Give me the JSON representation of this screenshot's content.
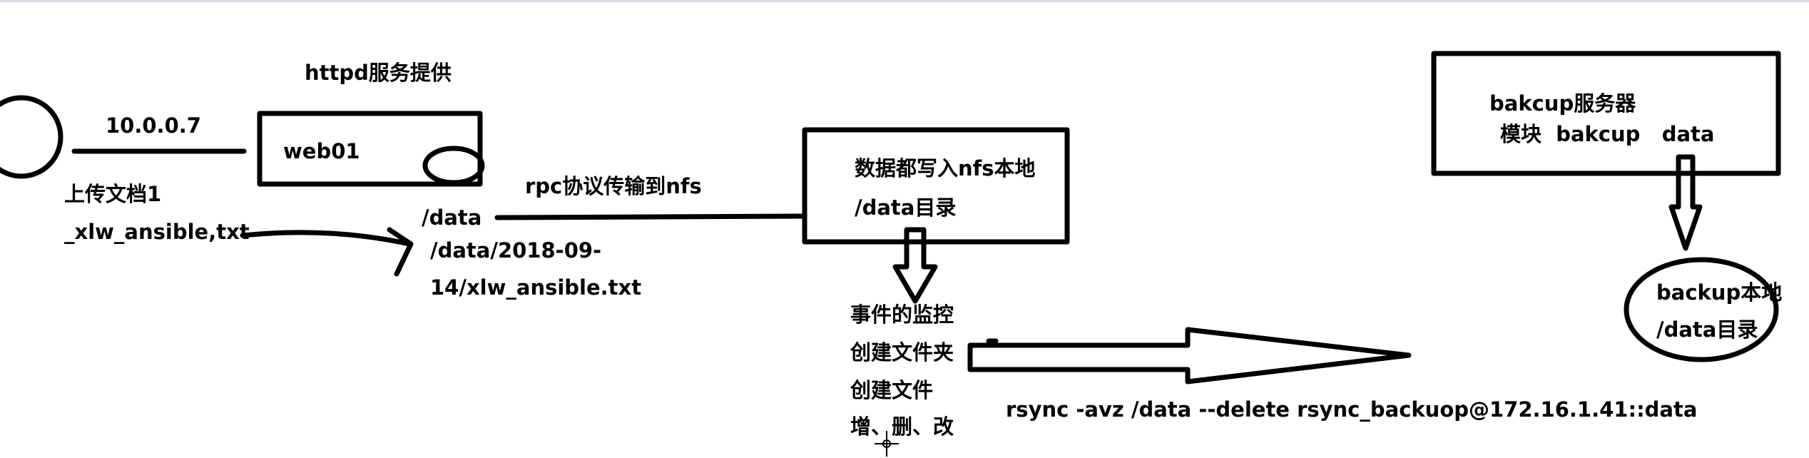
{
  "diagram": {
    "title": "httpd服务提供",
    "ip_label": "10.0.0.7",
    "upload_line1": "上传文档1",
    "upload_line2": "_xlw_ansible,txt",
    "web_node": "web01",
    "data_path": "/data",
    "file_path_line1": "/data/2018-09-",
    "file_path_line2": "14/xlw_ansible.txt",
    "rpc_label": "rpc协议传输到nfs",
    "nfs_line1": "数据都写入nfs本地",
    "nfs_line2": "/data目录",
    "events": [
      "事件的监控",
      "创建文件夹",
      "创建文件",
      "增、删、改"
    ],
    "rsync_command": "rsync -avz /data --delete rsync_backuop@172.16.1.41::data",
    "backup_server_line1": "bakcup服务器",
    "backup_server_line2": "模块  bakcup   data",
    "backup_local_line1": "backup本地",
    "backup_local_line2": "/data目录"
  },
  "colors": {
    "ink": "#000000",
    "background": "#ffffff",
    "top_rule": "#d8dde6"
  }
}
